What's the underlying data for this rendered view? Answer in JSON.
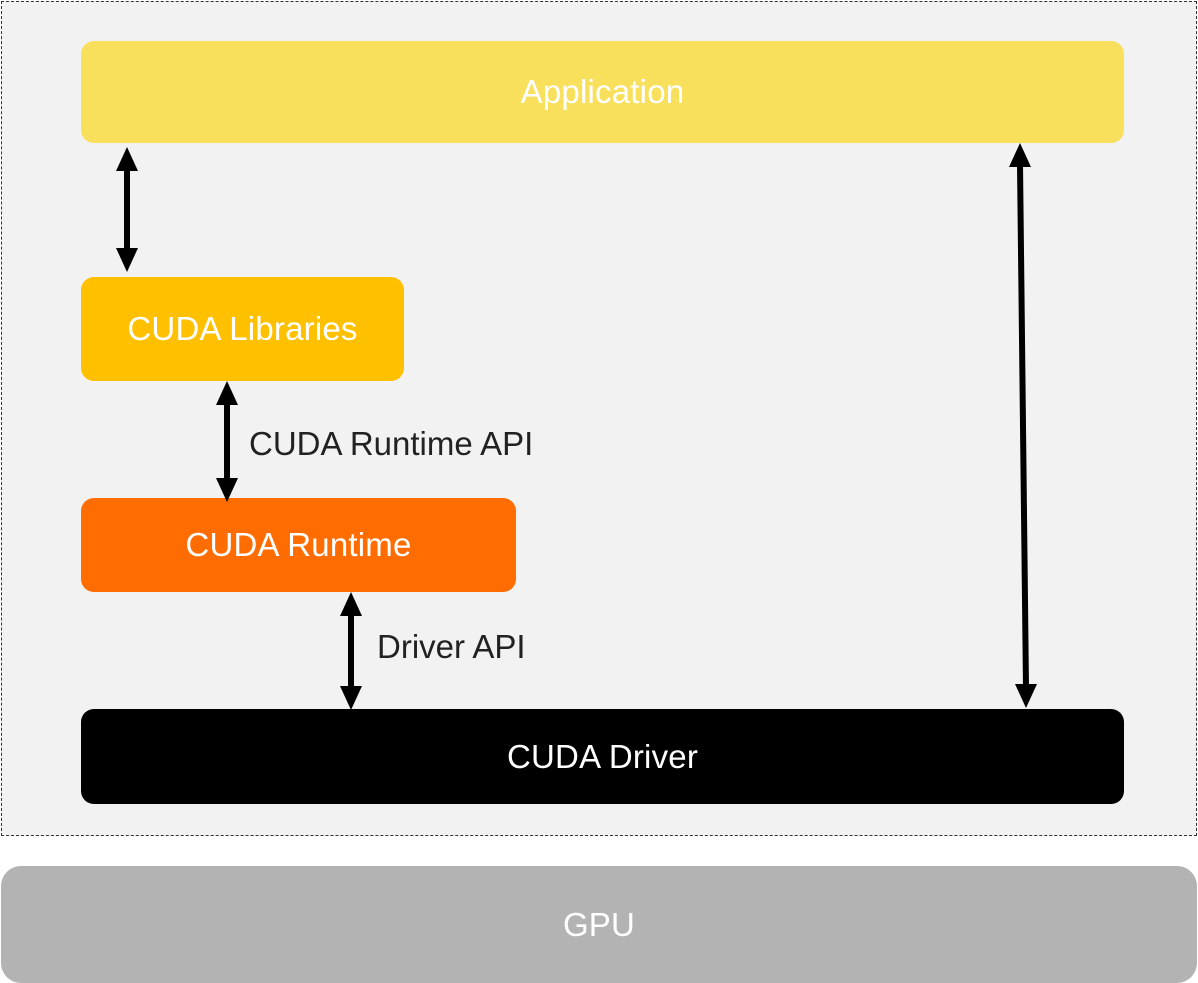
{
  "diagram": {
    "nodes": {
      "application": "Application",
      "cuda_libraries": "CUDA Libraries",
      "cuda_runtime": "CUDA Runtime",
      "cuda_driver": "CUDA Driver",
      "gpu": "GPU"
    },
    "edge_labels": {
      "runtime_api": "CUDA Runtime API",
      "driver_api": "Driver API"
    },
    "edges": [
      {
        "from": "application",
        "to": "cuda_libraries",
        "direction": "bidirectional"
      },
      {
        "from": "cuda_libraries",
        "to": "cuda_runtime",
        "direction": "bidirectional",
        "label": "CUDA Runtime API"
      },
      {
        "from": "cuda_runtime",
        "to": "cuda_driver",
        "direction": "bidirectional",
        "label": "Driver API"
      },
      {
        "from": "application",
        "to": "cuda_driver",
        "direction": "bidirectional"
      }
    ],
    "colors": {
      "application": "#f9e05c",
      "cuda_libraries": "#ffc000",
      "cuda_runtime": "#ff6c00",
      "cuda_driver": "#000000",
      "gpu": "#b3b3b3",
      "host_background": "#f2f2f2",
      "arrow": "#000000"
    }
  }
}
